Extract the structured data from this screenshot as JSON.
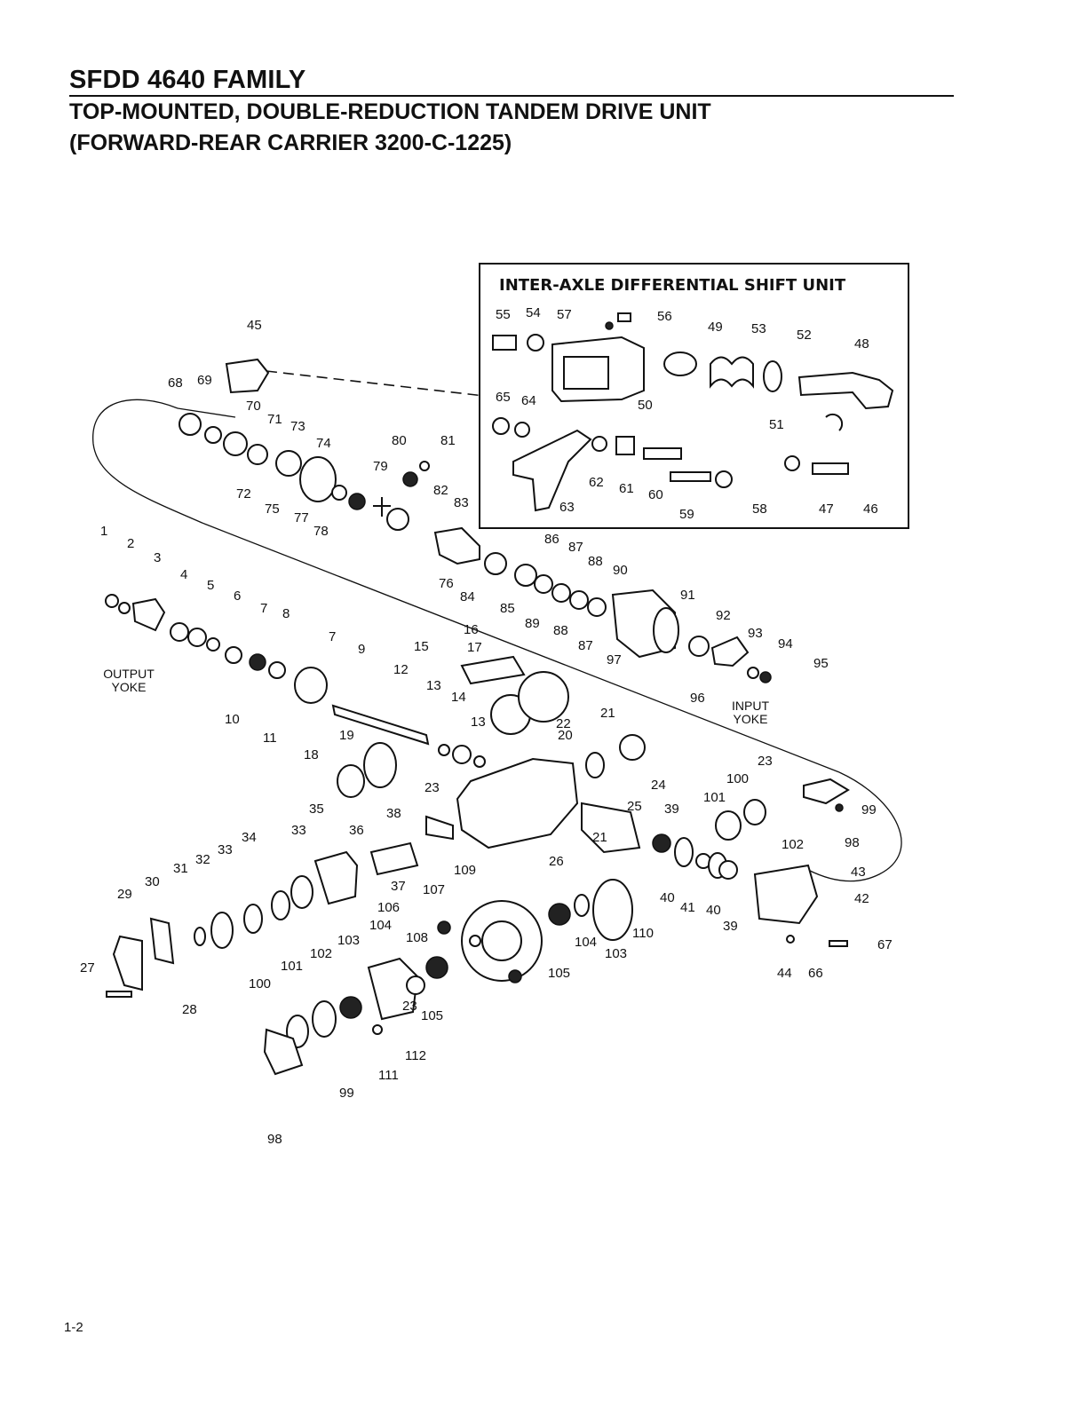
{
  "header": {
    "family": "SFDD 4640 FAMILY",
    "subtitle_1": "TOP-MOUNTED, DOUBLE-REDUCTION TANDEM DRIVE UNIT",
    "subtitle_2": "(FORWARD-REAR CARRIER 3200-C-1225)"
  },
  "inset": {
    "title": "INTER-AXLE DIFFERENTIAL SHIFT UNIT"
  },
  "captions": {
    "output_1": "OUTPUT",
    "output_2": "YOKE",
    "input_1": "INPUT",
    "input_2": "YOKE"
  },
  "callouts": [
    "1",
    "2",
    "3",
    "4",
    "5",
    "6",
    "7",
    "8",
    "7",
    "9",
    "10",
    "11",
    "12",
    "13",
    "14",
    "13",
    "15",
    "16",
    "17",
    "18",
    "19",
    "20",
    "21",
    "21",
    "22",
    "23",
    "23",
    "23",
    "24",
    "25",
    "26",
    "27",
    "28",
    "29",
    "30",
    "31",
    "32",
    "33",
    "33",
    "34",
    "35",
    "36",
    "37",
    "38",
    "39",
    "39",
    "40",
    "40",
    "41",
    "42",
    "43",
    "44",
    "45",
    "46",
    "47",
    "48",
    "49",
    "50",
    "51",
    "52",
    "53",
    "54",
    "55",
    "56",
    "57",
    "58",
    "59",
    "60",
    "61",
    "62",
    "63",
    "64",
    "65",
    "66",
    "67",
    "68",
    "69",
    "70",
    "71",
    "72",
    "73",
    "74",
    "75",
    "76",
    "77",
    "78",
    "79",
    "80",
    "81",
    "82",
    "83",
    "84",
    "85",
    "86",
    "87",
    "87",
    "88",
    "88",
    "89",
    "90",
    "91",
    "92",
    "93",
    "94",
    "95",
    "96",
    "97",
    "98",
    "98",
    "99",
    "99",
    "100",
    "100",
    "101",
    "101",
    "102",
    "102",
    "103",
    "103",
    "104",
    "104",
    "105",
    "105",
    "106",
    "107",
    "108",
    "109",
    "110",
    "111",
    "112"
  ],
  "footer": {
    "page": "1-2"
  }
}
